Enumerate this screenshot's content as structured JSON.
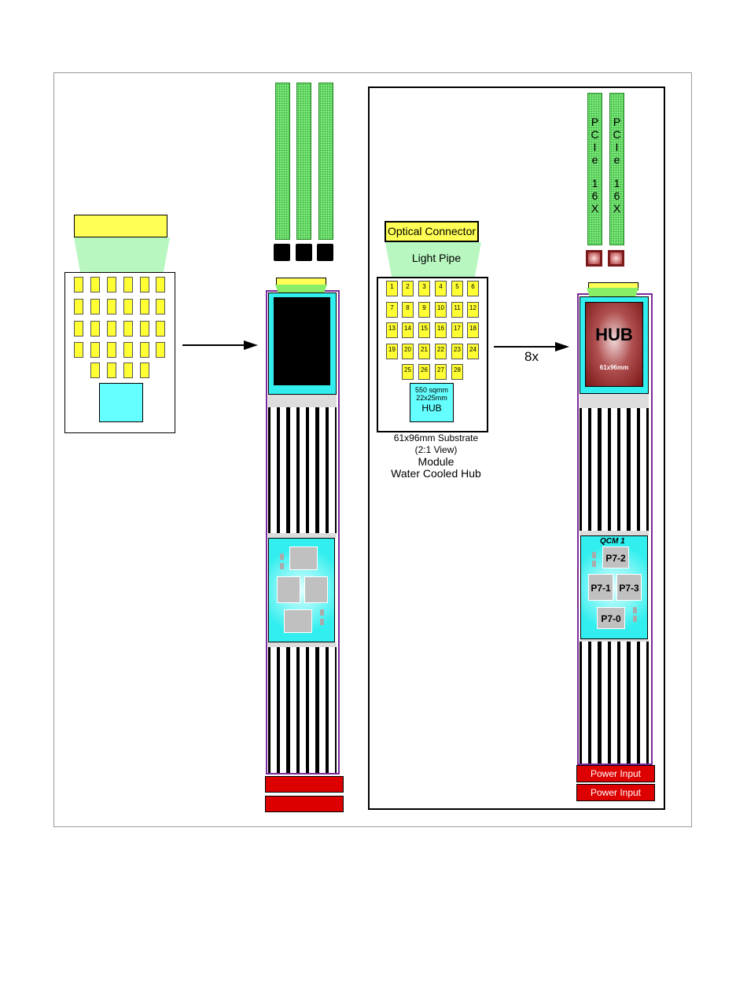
{
  "left_module": {
    "arrow": ""
  },
  "right_panel": {
    "optical_connector": "Optical Connector",
    "light_pipe": "Light Pipe",
    "pins": [
      "1",
      "2",
      "3",
      "4",
      "5",
      "6",
      "7",
      "8",
      "9",
      "10",
      "11",
      "12",
      "13",
      "14",
      "15",
      "16",
      "17",
      "18",
      "19",
      "20",
      "21",
      "22",
      "23",
      "24",
      "25",
      "26",
      "27",
      "28"
    ],
    "hub_area": "550 sqmm",
    "hub_size": "22x25mm",
    "hub_label": "HUB",
    "substrate_caption": "61x96mm Substrate",
    "view_caption": "(2:1 View)",
    "module_caption": "Module",
    "water_caption": "Water Cooled Hub",
    "arrow_label": "8x",
    "pcie_1": [
      "P",
      "C",
      "I",
      "e",
      "1",
      "6",
      "X"
    ],
    "pcie_2": [
      "P",
      "C",
      "I",
      "e",
      "1",
      "6",
      "X"
    ],
    "hub_big": "HUB",
    "hub_big_size": "61x96mm",
    "qcm": "QCM 1",
    "chips": [
      "P7-2",
      "P7-1",
      "P7-3",
      "P7-0"
    ],
    "power_1": "Power Input",
    "power_2": "Power Input"
  },
  "colors": {
    "yellow": "#ffff55",
    "cyan": "#66ffff",
    "dimm_green": "#7fe87f",
    "power_red": "#dd0000",
    "book_purple": "#7a2a9a",
    "hub_red": "#8b1a1a"
  }
}
